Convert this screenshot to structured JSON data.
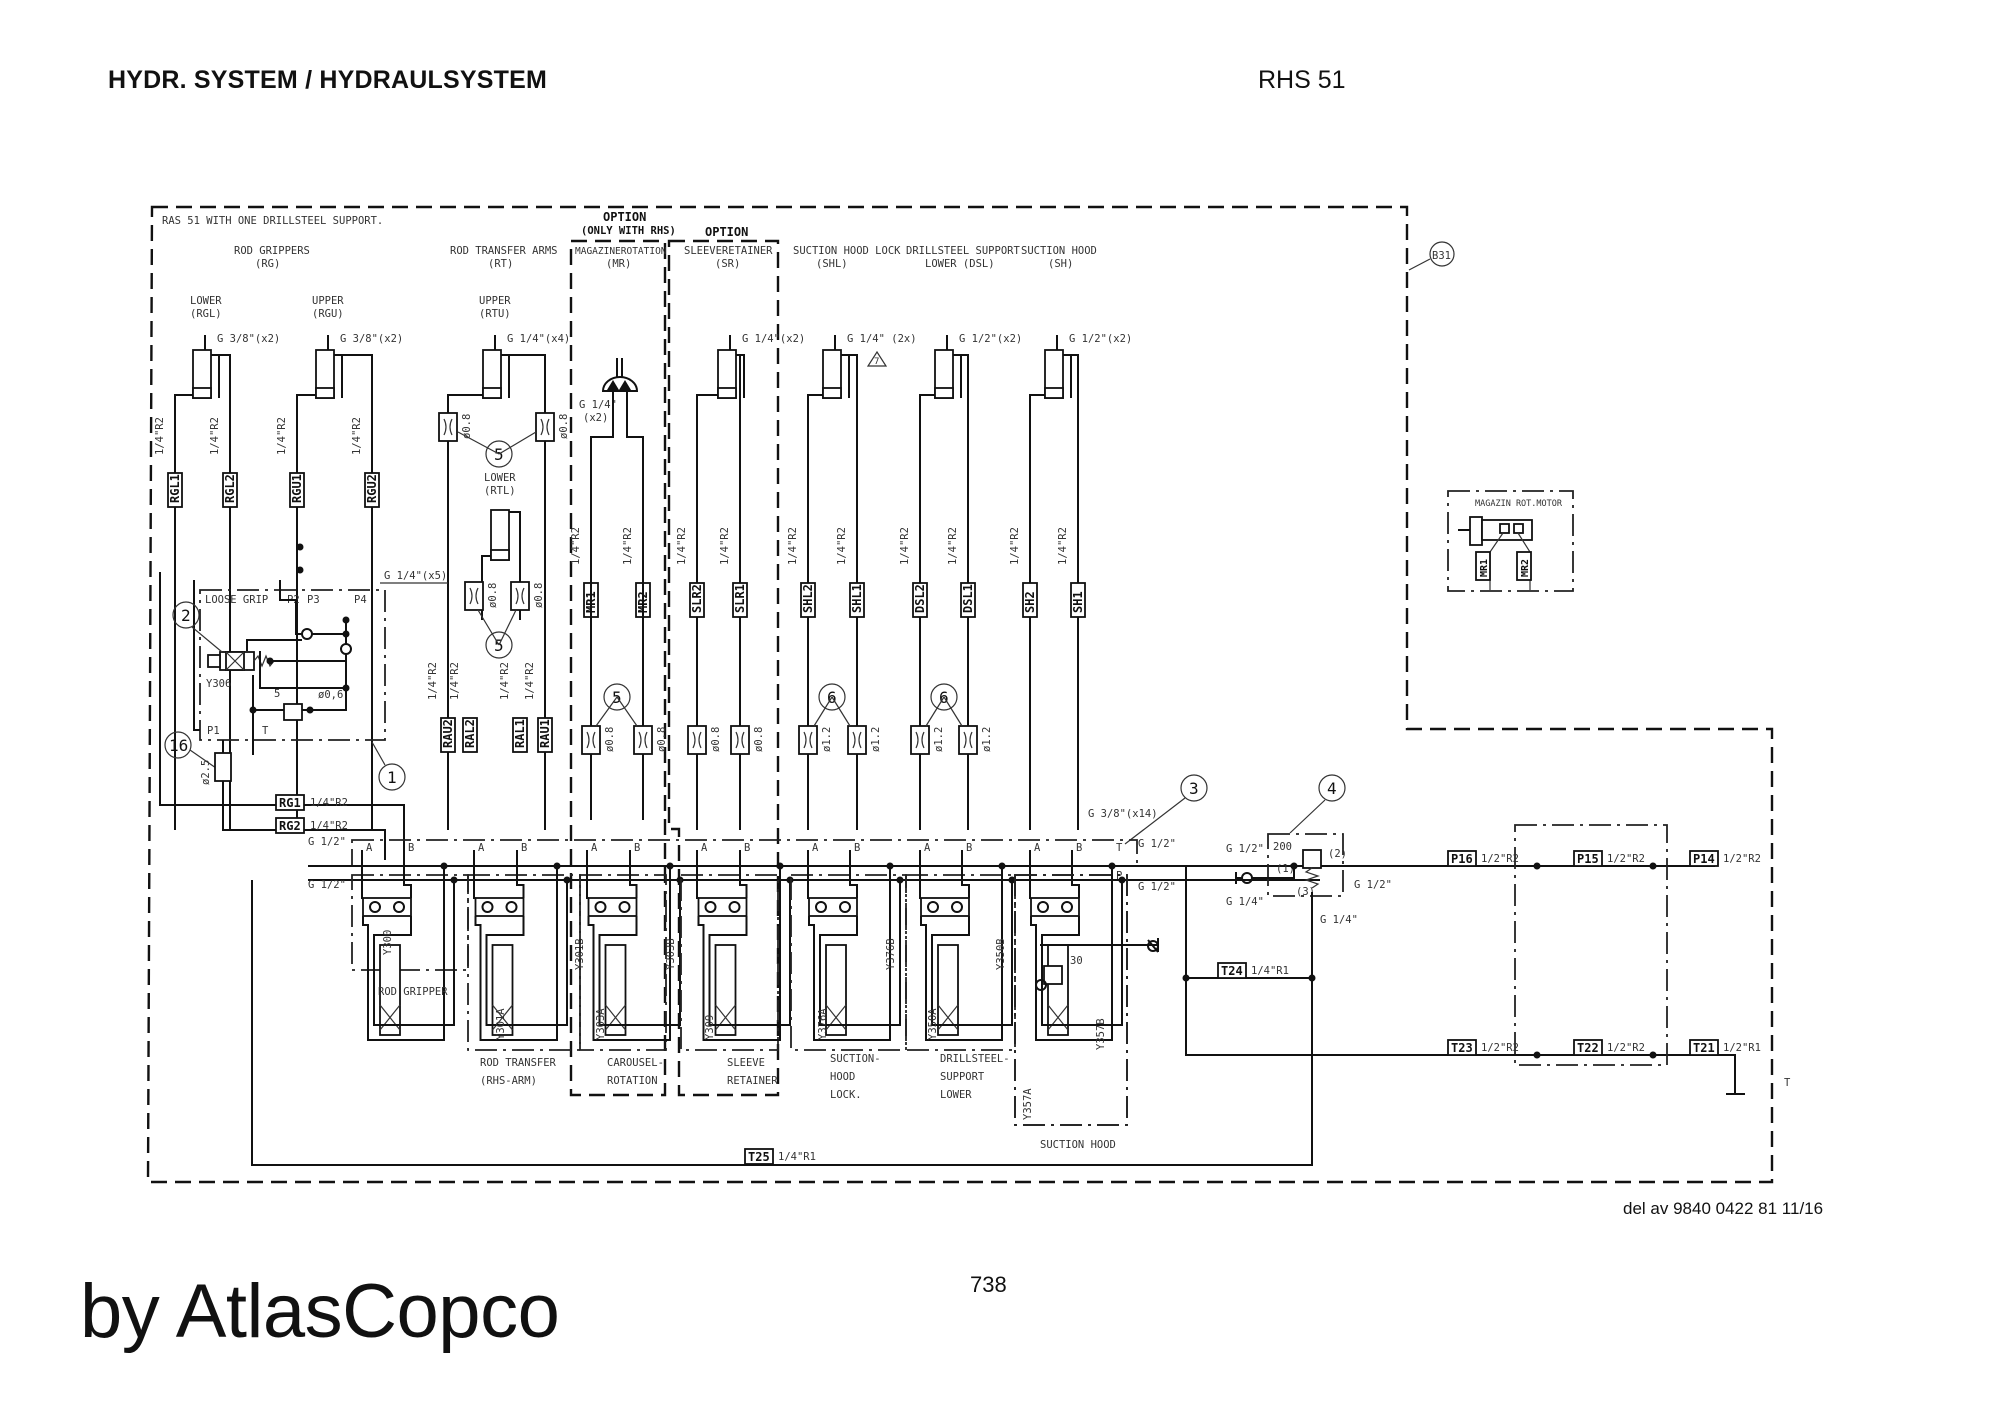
{
  "header": {
    "title": "HYDR. SYSTEM / HYDRAULSYSTEM",
    "model": "RHS 51"
  },
  "footer": {
    "reference": "del av 9840 0422 81 11/16",
    "page_number": "738",
    "brand": "by AtlasCopco"
  },
  "diagram": {
    "frame_note": "RAS 51 WITH ONE DRILLSTEEL SUPPORT.",
    "frame_callout": "B31",
    "option_labels": {
      "magazine": [
        "OPTION",
        "(ONLY WITH RHS)"
      ],
      "sleeve": "OPTION"
    },
    "sections": [
      {
        "title": "ROD GRIPPERS",
        "code": "(RG)"
      },
      {
        "title": "ROD TRANSFER ARMS",
        "code": "(RT)"
      },
      {
        "title": "MAGAZINEROTATION",
        "code": "(MR)"
      },
      {
        "title": "SLEEVERETAINER",
        "code": "(SR)"
      },
      {
        "title": "SUCTION HOOD LOCK",
        "code": "(SHL)"
      },
      {
        "title": "DRILLSTEEL SUPPORT",
        "code": "LOWER (DSL)"
      },
      {
        "title": "SUCTION HOOD",
        "code": "(SH)"
      }
    ],
    "cylinders": [
      {
        "name": "LOWER",
        "code": "(RGL)",
        "port": "G 3/8\"(x2)"
      },
      {
        "name": "UPPER",
        "code": "(RGU)",
        "port": "G 3/8\"(x2)"
      },
      {
        "name": "UPPER",
        "code": "(RTU)",
        "port": "G 1/4\"(x4)"
      },
      {
        "name": "LOWER",
        "code": "(RTL)",
        "port": ""
      },
      {
        "name": "",
        "code": "",
        "port": "G 1/4\"(x2)"
      },
      {
        "name": "",
        "code": "",
        "port": "G 1/4\" (2x)"
      },
      {
        "name": "",
        "code": "",
        "port": "G 1/2\"(x2)"
      },
      {
        "name": "",
        "code": "",
        "port": "G 1/2\"(x2)"
      }
    ],
    "motor_port": [
      "G 1/4\"",
      "(x2)"
    ],
    "warning_symbol": "7",
    "hose_spec": "1/4\"R2",
    "hose_tags_upper": [
      "RGL1",
      "RGL2",
      "RGU1",
      "RGU2"
    ],
    "hose_tags_mid": [
      "MR1",
      "MR2",
      "SLR2",
      "SLR1",
      "SHL2",
      "SHL1",
      "DSL2",
      "DSL1",
      "SH2",
      "SH1"
    ],
    "hose_tags_arm": [
      "RAU2",
      "RAL2",
      "RAL1",
      "RAU1"
    ],
    "restrictors": {
      "rt_upper": "ø0.8",
      "rt_lower": "ø0.8",
      "mr": "ø0.8",
      "sr": "ø0.8",
      "shl": "ø1.2",
      "dsl": "ø1.2",
      "loose_grip": "ø0,6",
      "rg_supply": "ø2.5"
    },
    "callouts": [
      "1",
      "2",
      "3",
      "4",
      "5",
      "6",
      "16"
    ],
    "loose_grip": {
      "title": "LOOSE GRIP",
      "ports": [
        "P1",
        "P2",
        "P3",
        "P4",
        "T"
      ],
      "valve": "Y306",
      "relief_setting": "5",
      "port_spec": "G 1/4\"(x5)"
    },
    "supply_lines": [
      {
        "tag": "RG1",
        "spec": "1/4\"R2"
      },
      {
        "tag": "RG2",
        "spec": "1/4\"R2"
      }
    ],
    "manifold": {
      "inlet_top": "G 1/2\"",
      "inlet_bottom": "G 1/2\"",
      "port_spec": "G 3/8\"(x14)",
      "outlet_t": "G 1/2\"",
      "outlet_p": "G 1/2\"",
      "port_letters": [
        "A",
        "B",
        "T",
        "P"
      ]
    },
    "valve_groups": [
      {
        "label": [
          "ROD GRIPPER"
        ],
        "solenoids": [
          "Y300"
        ]
      },
      {
        "label": [
          "ROD TRANSFER",
          "(RHS-ARM)"
        ],
        "solenoids": [
          "Y301A",
          "Y301B"
        ]
      },
      {
        "label": [
          "CAROUSEL-",
          "ROTATION"
        ],
        "solenoids": [
          "Y303A",
          "Y303B"
        ]
      },
      {
        "label": [
          "SLEEVE",
          "RETAINER"
        ],
        "solenoids": [
          "Y309"
        ]
      },
      {
        "label": [
          "SUCTION-",
          "HOOD",
          "LOCK."
        ],
        "solenoids": [
          "Y376A",
          "Y376B"
        ]
      },
      {
        "label": [
          "DRILLSTEEL-",
          "SUPPORT",
          "LOWER"
        ],
        "solenoids": [
          "Y350A",
          "Y350B"
        ]
      },
      {
        "label": [
          "SUCTION HOOD"
        ],
        "solenoids": [
          "Y357A",
          "Y357B"
        ],
        "relief_setting": "30"
      }
    ],
    "pressure_valve": {
      "setting": "200",
      "ports": [
        "(1)",
        "(2)",
        "(3)"
      ],
      "port_in": "G 1/2\"",
      "port_out": "G 1/2\"",
      "port_gauge": "G 1/4\"",
      "port_drain": "G 1/4\""
    },
    "pressure_lines": [
      {
        "tag": "P16",
        "spec": "1/2\"R2"
      },
      {
        "tag": "P15",
        "spec": "1/2\"R2"
      },
      {
        "tag": "P14",
        "spec": "1/2\"R2"
      }
    ],
    "tank_lines": [
      {
        "tag": "T23",
        "spec": "1/2\"R2"
      },
      {
        "tag": "T22",
        "spec": "1/2\"R2"
      },
      {
        "tag": "T21",
        "spec": "1/2\"R1"
      },
      {
        "tag": "T24",
        "spec": "1/4\"R1"
      },
      {
        "tag": "T25",
        "spec": "1/4\"R1"
      }
    ],
    "tank_symbol": "T",
    "motor_box": {
      "title": "MAGAZIN ROT.MOTOR",
      "ports": [
        "MR1",
        "MR2"
      ]
    }
  }
}
